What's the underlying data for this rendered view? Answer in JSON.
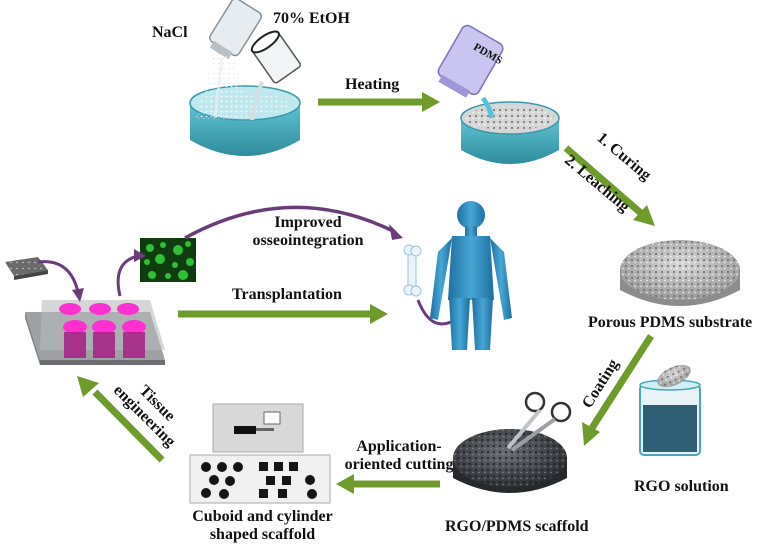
{
  "labels": {
    "nacl": "NaCl",
    "etoh": "70% EtOH",
    "pdms_bottle": "PDMS",
    "heating": "Heating",
    "curing": "1. Curing",
    "leaching": "2. Leaching",
    "porous_substrate": "Porous PDMS substrate",
    "coating": "Coating",
    "rgo_solution": "RGO solution",
    "rgo_scaffold": "RGO/PDMS scaffold",
    "cutting_line1": "Application-",
    "cutting_line2": "oriented cutting",
    "shaped_line1": "Cuboid and cylinder",
    "shaped_line2": "shaped  scaffold",
    "tissue_line1": "Tissue",
    "tissue_line2": "engineering",
    "transplantation": "Transplantation",
    "osseo_line1": "Improved",
    "osseo_line2": "osseointegration"
  },
  "colors": {
    "arrow_green": "#6f9a2c",
    "curve_purple": "#6a3d7a",
    "dish_teal": "#4fb3c3",
    "human_blue": "#2f8fc0",
    "well_magenta": "#ff2fd0",
    "rgo_dark": "#3a3d42"
  }
}
